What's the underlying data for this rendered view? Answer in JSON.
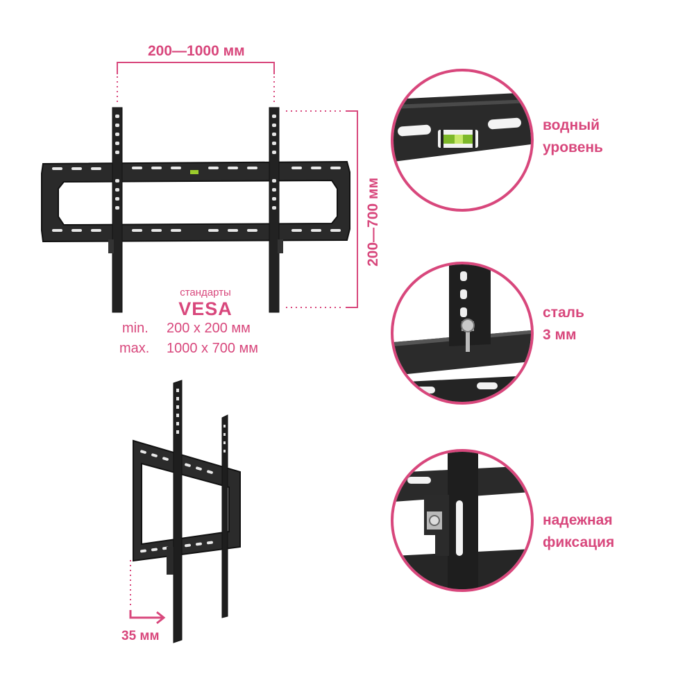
{
  "dimensions": {
    "width_label": "200—1000 мм",
    "height_label": "200—700 мм",
    "depth_label": "35 мм"
  },
  "vesa": {
    "heading": "стандарты",
    "title": "VESA",
    "min_label": "min.",
    "min_value": "200 x 200 мм",
    "max_label": "max.",
    "max_value": "1000 x 700 мм"
  },
  "features": [
    {
      "line1": "водный",
      "line2": "уровень",
      "icon": "level-icon"
    },
    {
      "line1": "сталь",
      "line2": "3 мм",
      "icon": "steel-icon"
    },
    {
      "line1": "надежная",
      "line2": "фиксация",
      "icon": "lock-icon"
    }
  ],
  "colors": {
    "accent": "#d8477c",
    "metal": "#1e1e1e"
  }
}
